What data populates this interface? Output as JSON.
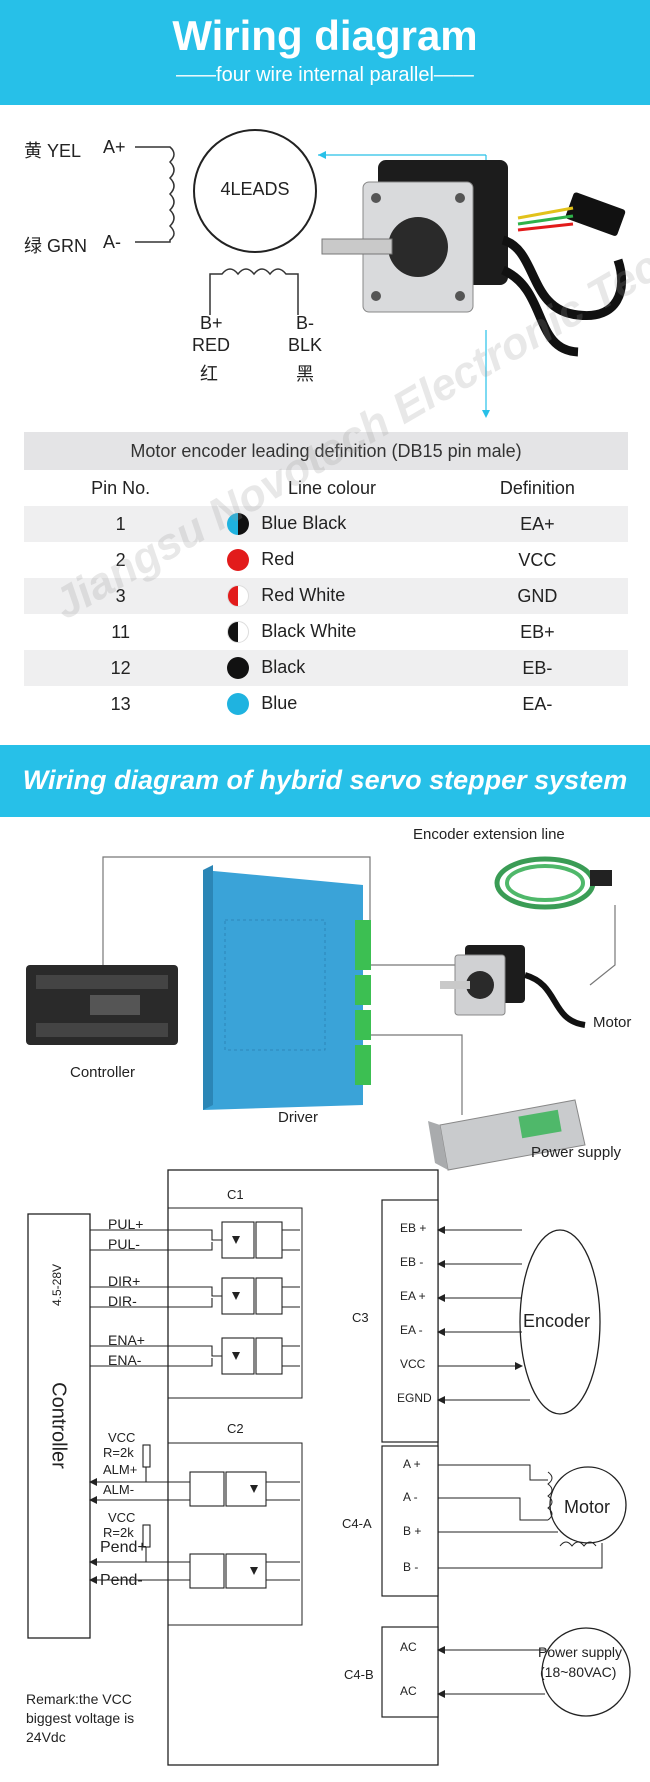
{
  "header": {
    "title": "Wiring diagram",
    "subtitle": "——four wire internal parallel——"
  },
  "motor_leads": {
    "yel": "黄 YEL",
    "a_plus": "A+",
    "grn": "绿 GRN",
    "a_minus": "A-",
    "leads": "4LEADS",
    "b_plus": "B+",
    "red": "RED",
    "red_cn": "红",
    "b_minus": "B-",
    "blk": "BLK",
    "blk_cn": "黑"
  },
  "encoder_table": {
    "caption": "Motor encoder leading definition (DB15 pin male)",
    "headers": [
      "Pin No.",
      "Line colour",
      "Definition"
    ],
    "rows": [
      {
        "pin": "1",
        "colour": "Blue Black",
        "definition": "EA+",
        "dot": "blue-black"
      },
      {
        "pin": "2",
        "colour": "Red",
        "definition": "VCC",
        "dot": "red"
      },
      {
        "pin": "3",
        "colour": "Red White",
        "definition": "GND",
        "dot": "red-white"
      },
      {
        "pin": "11",
        "colour": "Black White",
        "definition": "EB+",
        "dot": "black-white"
      },
      {
        "pin": "12",
        "colour": "Black",
        "definition": "EB-",
        "dot": "black"
      },
      {
        "pin": "13",
        "colour": "Blue",
        "definition": "EA-",
        "dot": "blue"
      }
    ]
  },
  "system": {
    "title": "Wiring diagram of hybrid servo stepper system",
    "encoder_line": "Encoder extension line",
    "controller": "Controller",
    "driver": "Driver",
    "motor": "Motor",
    "power_supply": "Power supply"
  },
  "schematic": {
    "controller": "Controller",
    "voltage": "4.5-28V",
    "c1": "C1",
    "c2": "C2",
    "c3": "C3",
    "c4a": "C4-A",
    "c4b": "C4-B",
    "pul_plus": "PUL+",
    "pul_minus": "PUL-",
    "dir_plus": "DIR+",
    "dir_minus": "DIR-",
    "ena_plus": "ENA+",
    "ena_minus": "ENA-",
    "vcc1": "VCC",
    "r1": "R=2k",
    "alm_plus": "ALM+",
    "alm_minus": "ALM-",
    "vcc2": "VCC",
    "r2": "R=2k",
    "pend_plus": "Pend+",
    "pend_minus": "Pend-",
    "eb_plus": "EB +",
    "eb_minus": "EB -",
    "ea_plus": "EA +",
    "ea_minus": "EA -",
    "vcc": "VCC",
    "egnd": "EGND",
    "encoder": "Encoder",
    "m_a_plus": "A +",
    "m_a_minus": "A -",
    "m_b_plus": "B +",
    "m_b_minus": "B -",
    "motor": "Motor",
    "ac1": "AC",
    "ac2": "AC",
    "power_supply": "Power supply",
    "power_range": "(18~80VAC)",
    "remark": [
      "Remark:the VCC",
      "biggest voltage is",
      "24Vdc"
    ]
  },
  "watermark": "Jiangsu Novotech Electronic Technology Co.Ltd",
  "colors": {
    "accent": "#27c0e8",
    "red": "#e21b1b",
    "blue": "#1fb3e0",
    "black": "#111111"
  }
}
